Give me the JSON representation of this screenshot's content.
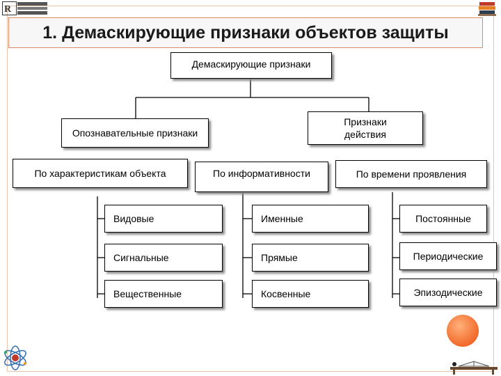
{
  "title": "1. Демаскирующие признаки объектов защиты",
  "root": "Демаскирующие признаки",
  "level1": {
    "left": "Опознавательные признаки",
    "right": "Признаки действия"
  },
  "categories": [
    "По характеристикам объекта",
    "По информативности",
    "По времени проявления"
  ],
  "col1": [
    "Видовые",
    "Сигнальные",
    "Вещественные"
  ],
  "col2": [
    "Именные",
    "Прямые",
    "Косвенные"
  ],
  "col3": [
    "Постоянные",
    "Периодические",
    "Эпизодические"
  ],
  "colors": {
    "accent_border": "#e08a6a",
    "frame": "#e9c2a8",
    "orange": "#f26a2b"
  }
}
